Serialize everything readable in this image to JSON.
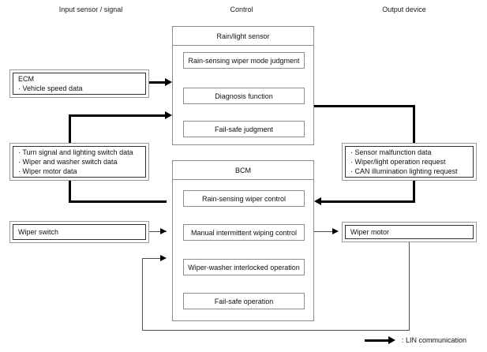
{
  "columns": [
    {
      "label": "Input sensor / signal"
    },
    {
      "label": "Control"
    },
    {
      "label": "Output device"
    }
  ],
  "input_blocks": [
    {
      "name": "ecm",
      "lines": [
        "ECM",
        "· Vehicle speed data"
      ]
    },
    {
      "name": "switch-data",
      "lines": [
        "· Turn signal and lighting switch data",
        "· Wiper and washer switch data",
        "· Wiper motor data"
      ]
    },
    {
      "name": "wiper-switch",
      "lines": [
        "Wiper switch"
      ]
    }
  ],
  "modules": [
    {
      "name": "rain-light-sensor",
      "title": "Rain/light sensor",
      "functions": [
        "Rain-sensing wiper mode judgment",
        "Diagnosis function",
        "Fail-safe judgment"
      ]
    },
    {
      "name": "bcm",
      "title": "BCM",
      "functions": [
        "Rain-sensing wiper control",
        "Manual intermittent wiping control",
        "Wiper-washer interlocked operation",
        "Fail-safe operation"
      ]
    }
  ],
  "output_blocks": [
    {
      "name": "sensor-output-data",
      "lines": [
        "· Sensor malfunction data",
        "· Wiper/light operation request",
        "· CAN illumination lighting request"
      ]
    },
    {
      "name": "wiper-motor",
      "lines": [
        "Wiper motor"
      ]
    }
  ],
  "legend": {
    "symbol": "arrow-right-thick",
    "label": ": LIN communication"
  },
  "colors": {
    "stroke_dark": "#333333",
    "stroke_gray": "#8c8c8c",
    "stroke_light": "#9a9a9a",
    "connector": "#000000",
    "background": "#ffffff"
  }
}
